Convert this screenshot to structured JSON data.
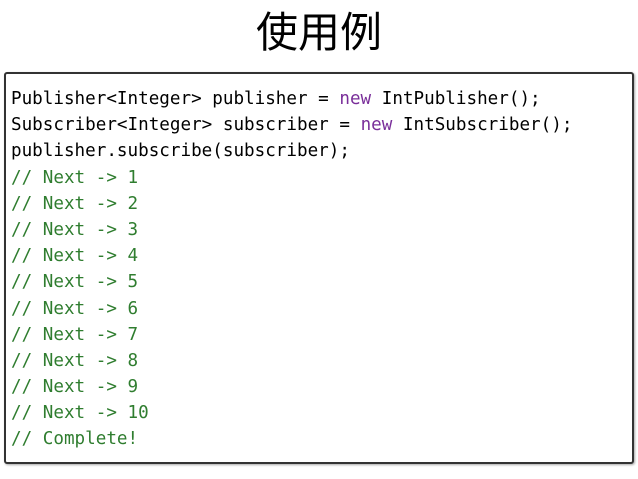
{
  "slide": {
    "title": "使用例"
  },
  "code": {
    "line1": {
      "pre": "Publisher<Integer> publisher = ",
      "keyword": "new",
      "post": " IntPublisher();"
    },
    "line2": {
      "pre": "Subscriber<Integer> subscriber = ",
      "keyword": "new",
      "post": " IntSubscriber();"
    },
    "line3": "publisher.subscribe(subscriber);",
    "comments": [
      "// Next -> 1",
      "// Next -> 2",
      "// Next -> 3",
      "// Next -> 4",
      "// Next -> 5",
      "// Next -> 6",
      "// Next -> 7",
      "// Next -> 8",
      "// Next -> 9",
      "// Next -> 10",
      "// Complete!"
    ]
  },
  "colors": {
    "keyword": "#7a2f9a",
    "comment": "#2f7d2f",
    "text": "#000000",
    "border": "#333333"
  }
}
